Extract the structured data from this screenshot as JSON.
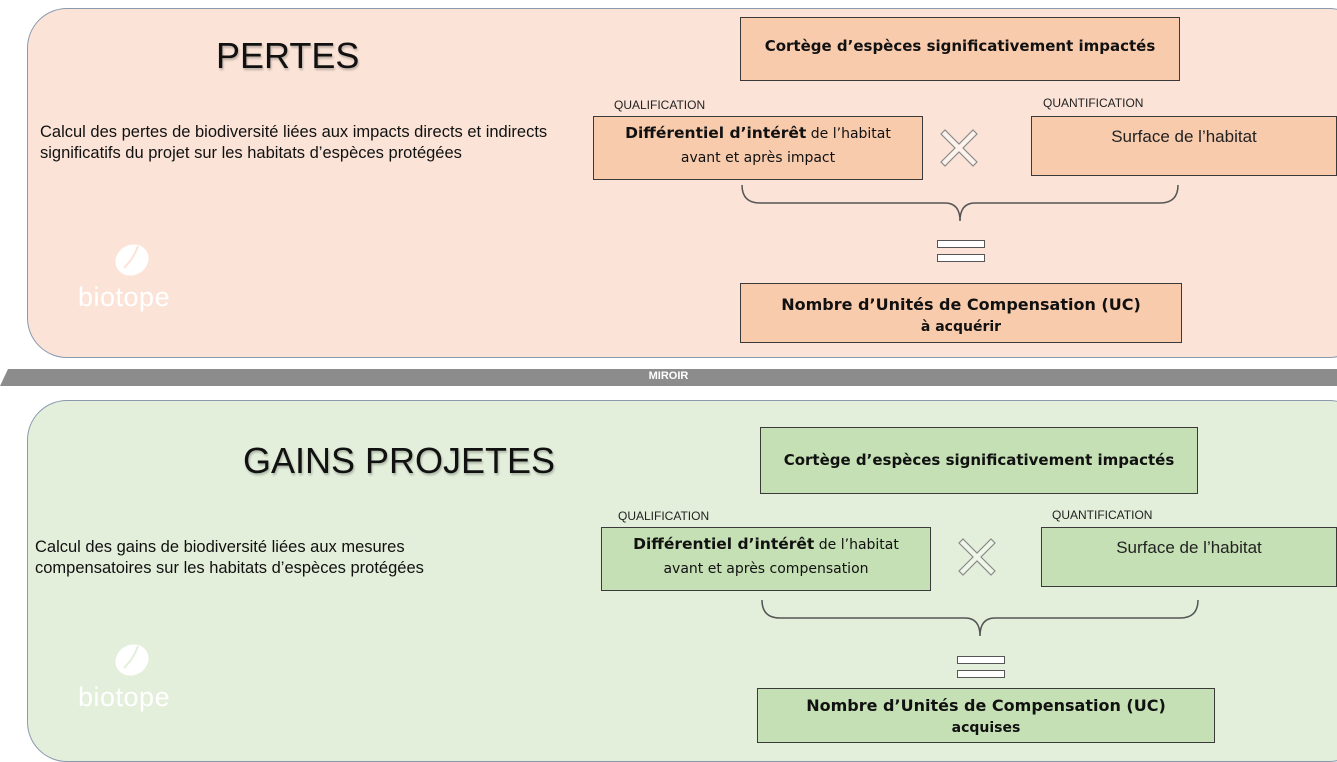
{
  "top": {
    "title": "PERTES",
    "description": "Calcul des pertes de biodiversité liées aux impacts directs et indirects significatifs du projet sur les habitats d’espèces protégées",
    "cortege_box": "Cortège d’espèces significativement impactés",
    "qualification_label": "QUALIFICATION",
    "quantification_label": "QUANTIFICATION",
    "diff_bold": "Différentiel d’intérêt",
    "diff_rest": " de l’habitat",
    "diff_line2": "avant et après impact",
    "surface": "Surface de l’habitat",
    "result_bold": "Nombre d’Unités de Compensation (UC)",
    "result_line2": "à acquérir",
    "logo_text": "biotope",
    "color": "#fbe4d7",
    "box_color": "#f8cbad"
  },
  "mirror": {
    "label": "MIROIR"
  },
  "bottom": {
    "title": "GAINS PROJETES",
    "description": "Calcul des gains de biodiversité liées aux mesures compensatoires sur les habitats d’espèces protégées",
    "cortege_box": "Cortège d’espèces significativement impactés",
    "qualification_label": "QUALIFICATION",
    "quantification_label": "QUANTIFICATION",
    "diff_bold": "Différentiel d’intérêt",
    "diff_rest": " de l’habitat",
    "diff_line2": "avant et après compensation",
    "surface": "Surface de l’habitat",
    "result_bold": "Nombre d’Unités de Compensation (UC)",
    "result_line2": "acquises",
    "logo_text": "biotope",
    "color": "#e3efdb",
    "box_color": "#c5e0b4"
  }
}
